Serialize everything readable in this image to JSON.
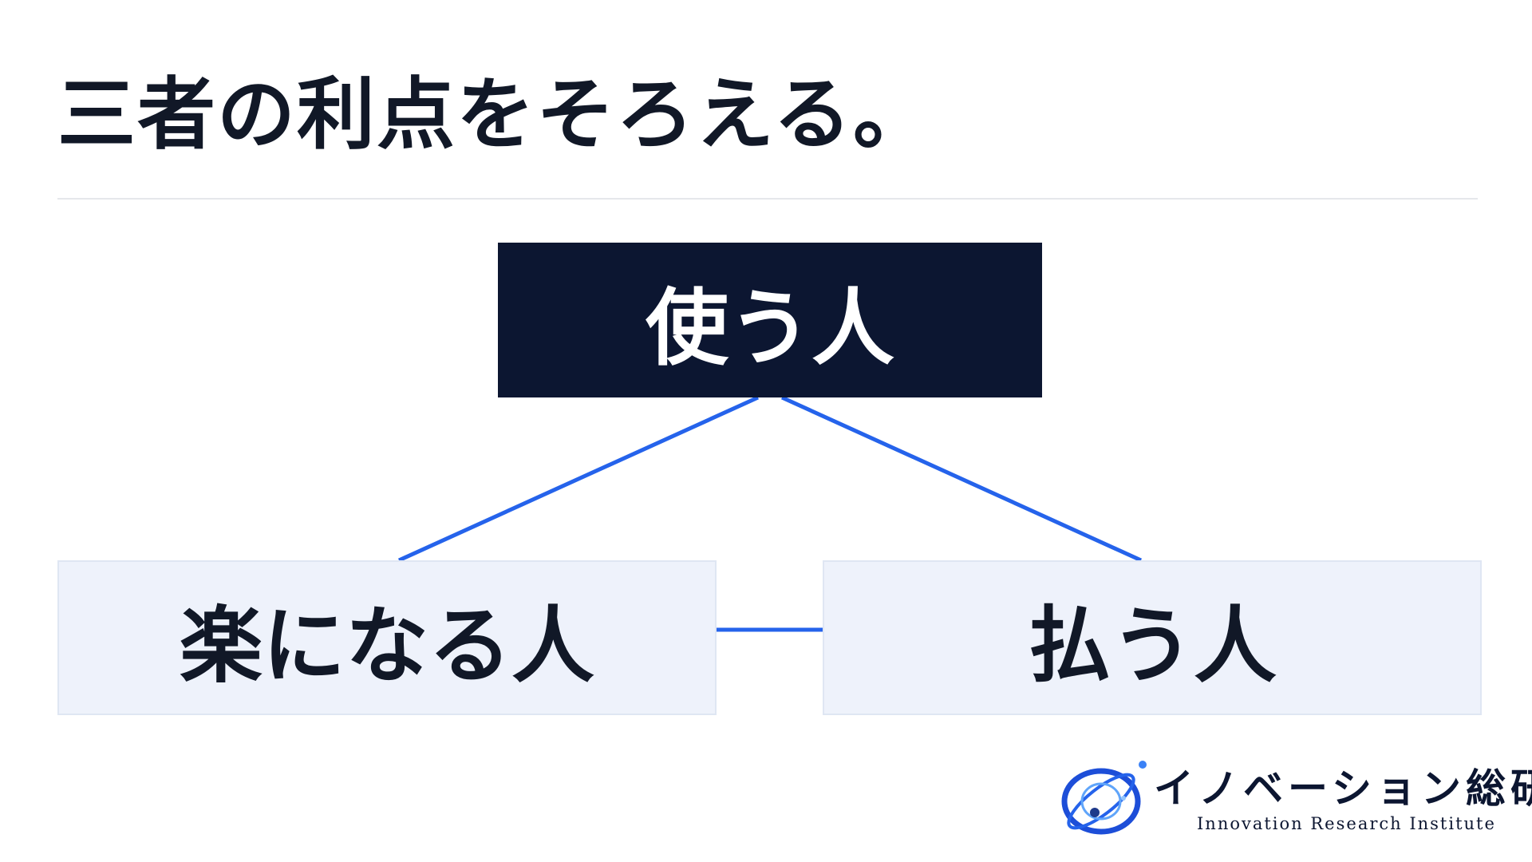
{
  "slide": {
    "title": "三者の利点をそろえる。"
  },
  "diagram": {
    "top_node": "使う人",
    "left_node": "楽になる人",
    "right_node": "払う人"
  },
  "logo": {
    "name": "イノベーション総研",
    "subtitle": "Innovation Research Institute",
    "icon": "atom-orbit-icon"
  },
  "colors": {
    "top_node_bg": "#0c1631",
    "bottom_node_bg": "#eef2fb",
    "connector": "#2563eb",
    "divider": "#e5e7eb"
  }
}
